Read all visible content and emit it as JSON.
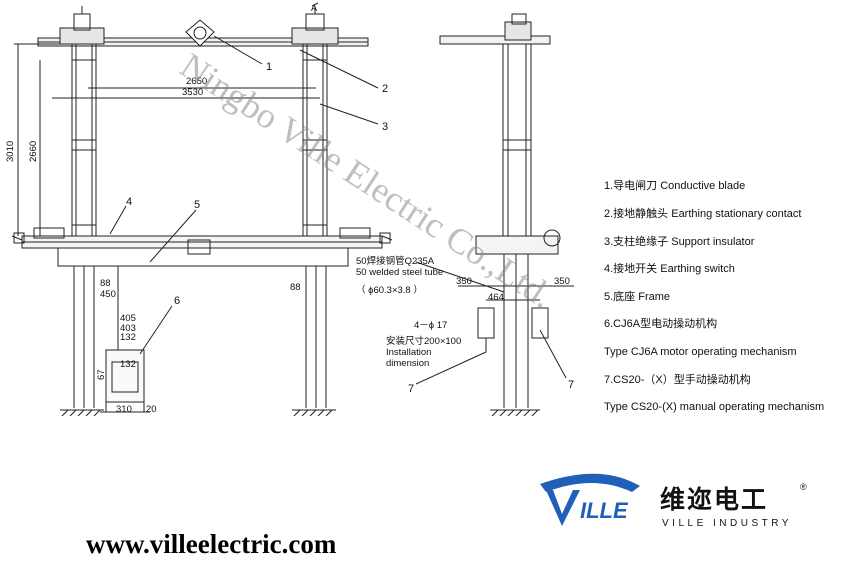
{
  "legend": [
    "1.导电闸刀 Conductive blade",
    "2.接地静触头 Earthing stationary contact",
    "3.支柱绝缘子 Support insulator",
    "4.接地开关 Earthing switch",
    "5.底座 Frame",
    "6.CJ6A型电动操动机构",
    "Type CJ6A motor operating mechanism",
    "7.CS20-（X）型手动操动机构",
    "Type CS20-(X) manual operating mechanism"
  ],
  "dimensions": {
    "d2650": "2650",
    "d3530": "3530",
    "d3010": "3010",
    "d2660": "2660",
    "d88a": "88",
    "d450": "450",
    "d88b": "88",
    "d405": "405",
    "d403": "403",
    "d132a": "132",
    "d132b": "132",
    "d67": "67",
    "d310": "310",
    "d20": "20",
    "d350a": "350",
    "d350b": "350",
    "d464": "464"
  },
  "callouts": {
    "c1": "1",
    "c2": "2",
    "c3": "3",
    "c4": "4",
    "c5": "5",
    "c6": "6",
    "c7a": "7",
    "c7b": "7",
    "sectionA": "A"
  },
  "notes": {
    "pipe_cn": "50焊接钢管Q235A",
    "pipe_en": "50 welded steel tube",
    "pipe_size": "（ ϕ60.3×3.8 ）",
    "holes": "4－ϕ 17",
    "install_cn": "安装尺寸200×100",
    "install_en1": "Installation",
    "install_en2": "dimension"
  },
  "watermark": "Ningbo Ville Electric Co.,Ltd.",
  "logo": {
    "mark": "VILLE",
    "name_cn": "维迩电工",
    "name_en": "VILLE INDUSTRY",
    "registered": "®",
    "brand_color": "#2060b8"
  },
  "website": "www.villeelectric.com"
}
